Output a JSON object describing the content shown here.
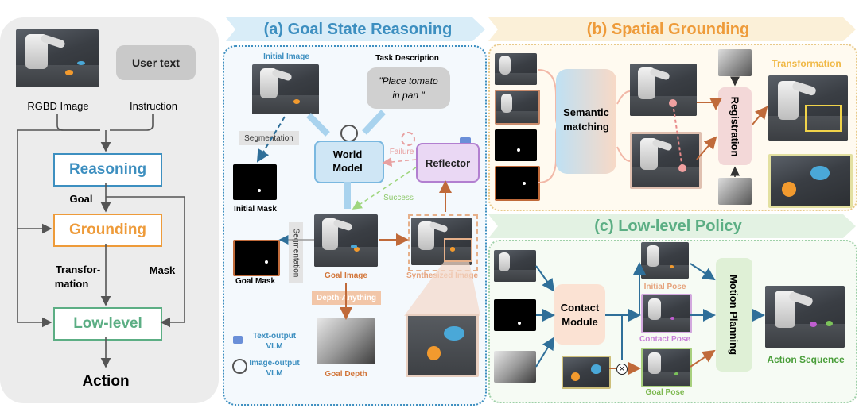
{
  "left_panel": {
    "user_text": "User text",
    "rgbd_label": "RGBD Image",
    "instruction_label": "Instruction",
    "reasoning": "Reasoning",
    "goal_label": "Goal",
    "grounding": "Grounding",
    "transformation_label_1": "Transfor-",
    "transformation_label_2": "mation",
    "mask_label": "Mask",
    "lowlevel": "Low-level",
    "action": "Action"
  },
  "section_a": {
    "title": "(a) Goal State Reasoning",
    "initial_image": "Initial Image",
    "task_description": "Task Description",
    "task_text_1": "\"Place tomato",
    "task_text_2": "in pan \"",
    "segmentation_1": "Segmentation",
    "world_model_1": "World",
    "world_model_2": "Model",
    "failure": "Failure",
    "success": "Success",
    "reflector": "Reflector",
    "initial_mask": "Initial Mask",
    "segmentation_2": "Segmentation",
    "goal_mask": "Goal Mask",
    "goal_image": "Goal Image",
    "synthesized_image": "Synthesized Image",
    "depth_anything": "Depth-Anything",
    "goal_depth": "Goal Depth",
    "legend_text_vlm_1": "Text-output",
    "legend_text_vlm_2": "VLM",
    "legend_image_vlm_1": "Image-output",
    "legend_image_vlm_2": "VLM"
  },
  "section_b": {
    "title": "(b) Spatial Grounding",
    "semantic_1": "Semantic",
    "semantic_2": "matching",
    "registration": "Registration",
    "transformation": "Transformation"
  },
  "section_c": {
    "title": "(c) Low-level Policy",
    "contact_1": "Contact",
    "contact_2": "Module",
    "initial_pose": "Initial Pose",
    "contact_pose": "Contact Pose",
    "goal_pose": "Goal Pose",
    "motion_planning": "Motion Planning",
    "action_sequence": "Action Sequence"
  },
  "colors": {
    "reasoning_blue": "#3d8fc0",
    "grounding_orange": "#ee9b3a",
    "lowlevel_green": "#5cae84",
    "reflector_purple": "#b27fd0",
    "failure_pink": "#e8a0a0",
    "success_green": "#9fd67e"
  }
}
